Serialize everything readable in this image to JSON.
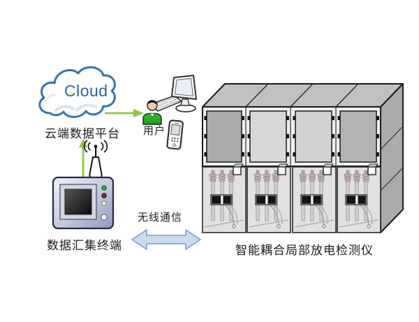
{
  "labels": {
    "cloud_platform": "云端数据平台",
    "user": "用户",
    "terminal": "数据汇集终端",
    "wireless": "无线通信",
    "detector": "智能耦合局部放电检测仪"
  },
  "cloud": {
    "text": "Cloud"
  },
  "colors": {
    "cloud_blue": "#3273AE",
    "cloud_text": "#2C649C",
    "arrow_green": "#8DC63F",
    "link_arrow_fill": "#C9DCF1",
    "link_arrow_stroke": "#7D9CC4",
    "person_green": "#2EC32B",
    "person_green_dark": "#189E1C",
    "cabinet_frame": "#F0F0F0",
    "cabinet_top": "#C0C0C0",
    "cabinet_side": "#ABABAB",
    "door_dark": "#ABABAB",
    "door_light": "#D7D7D7",
    "compartment": "#E1E1E1",
    "bushing": "#C6B0B0",
    "label_text": "#1B1B1B"
  },
  "icons": {
    "cloud": "cloud-icon",
    "up_arrow": "up-arrow-icon",
    "right_arrow": "right-arrow-icon",
    "antenna": "antenna-icon",
    "wireless_signal": "wireless-signal-icon",
    "data_terminal": "data-terminal-icon",
    "user_person": "user-person-icon",
    "monitor": "monitor-icon",
    "keyboard": "keyboard-icon",
    "handheld": "handheld-device-icon",
    "double_arrow": "double-arrow-icon",
    "switchgear": "switchgear-cabinet-icon"
  }
}
